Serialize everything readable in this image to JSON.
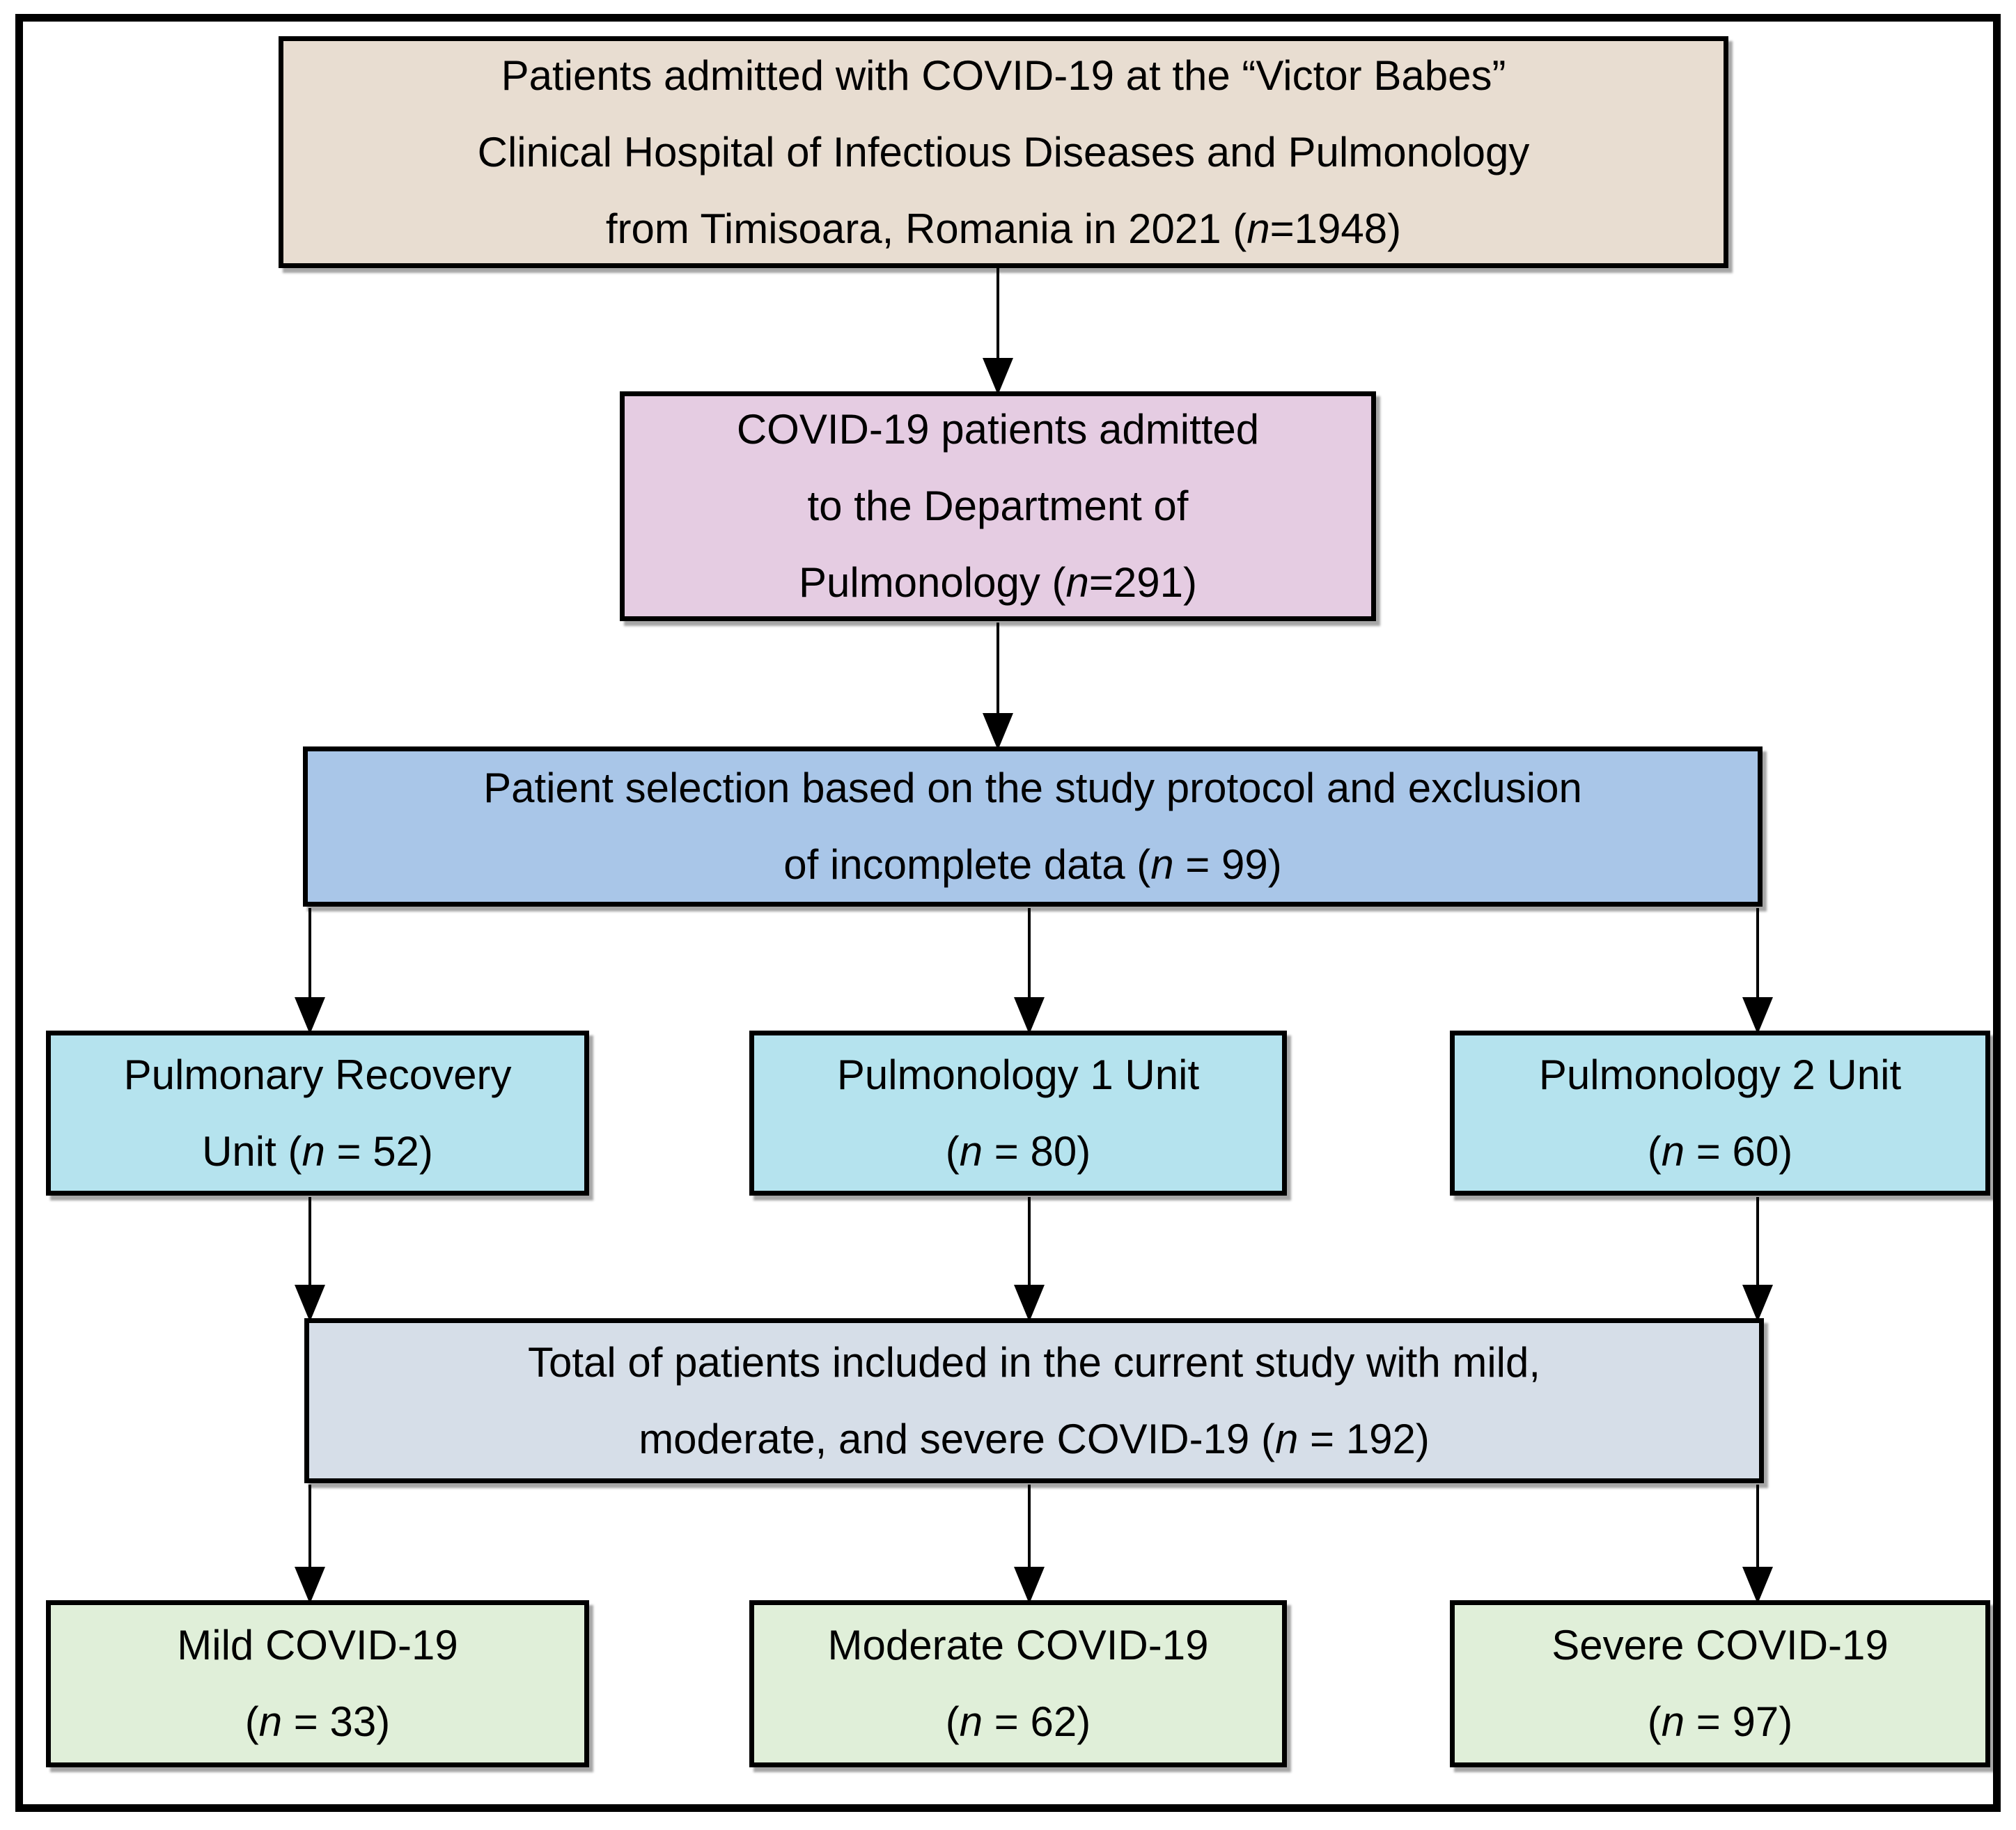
{
  "diagram": {
    "type": "flowchart",
    "background_color": "#ffffff",
    "line_color": "#000000",
    "nodes": [
      {
        "id": "patients-admitted-hospital",
        "fill": "#e8ddd1",
        "n": 1948,
        "lines": [
          "Patients admitted with COVID-19 at the “Victor Babes”",
          "Clinical Hospital of Infectious Diseases and Pulmonology",
          "from Timisoara, Romania in 2021 (n=1948)"
        ]
      },
      {
        "id": "covid-patients-department-pulmonology",
        "fill": "#e5cce2",
        "n": 291,
        "lines": [
          "COVID-19 patients admitted",
          "to the Department of",
          "Pulmonology (n=291)"
        ]
      },
      {
        "id": "patient-selection",
        "fill": "#a9c6e8",
        "n": 99,
        "lines": [
          "Patient selection based on the study protocol and exclusion",
          "of incomplete data (n = 99)"
        ]
      },
      {
        "id": "pulmonary-recovery-unit",
        "fill": "#b5e3ee",
        "n": 52,
        "lines": [
          "Pulmonary Recovery",
          "Unit (n = 52)"
        ]
      },
      {
        "id": "pulmonology-1-unit",
        "fill": "#b5e3ee",
        "n": 80,
        "lines": [
          "Pulmonology 1 Unit",
          "(n = 80)"
        ]
      },
      {
        "id": "pulmonology-2-unit",
        "fill": "#b5e3ee",
        "n": 60,
        "lines": [
          "Pulmonology 2 Unit",
          "(n = 60)"
        ]
      },
      {
        "id": "total-patients-included",
        "fill": "#d6dee8",
        "n": 192,
        "lines": [
          "Total of patients included in the current study with mild,",
          "moderate, and severe COVID-19 (n = 192)"
        ]
      },
      {
        "id": "mild-covid",
        "fill": "#e0efd9",
        "n": 33,
        "lines": [
          "Mild COVID-19",
          "(n = 33)"
        ]
      },
      {
        "id": "moderate-covid",
        "fill": "#e0efd9",
        "n": 62,
        "lines": [
          "Moderate COVID-19",
          "(n = 62)"
        ]
      },
      {
        "id": "severe-covid",
        "fill": "#e0efd9",
        "n": 97,
        "lines": [
          "Severe COVID-19",
          "(n = 97)"
        ]
      }
    ]
  }
}
